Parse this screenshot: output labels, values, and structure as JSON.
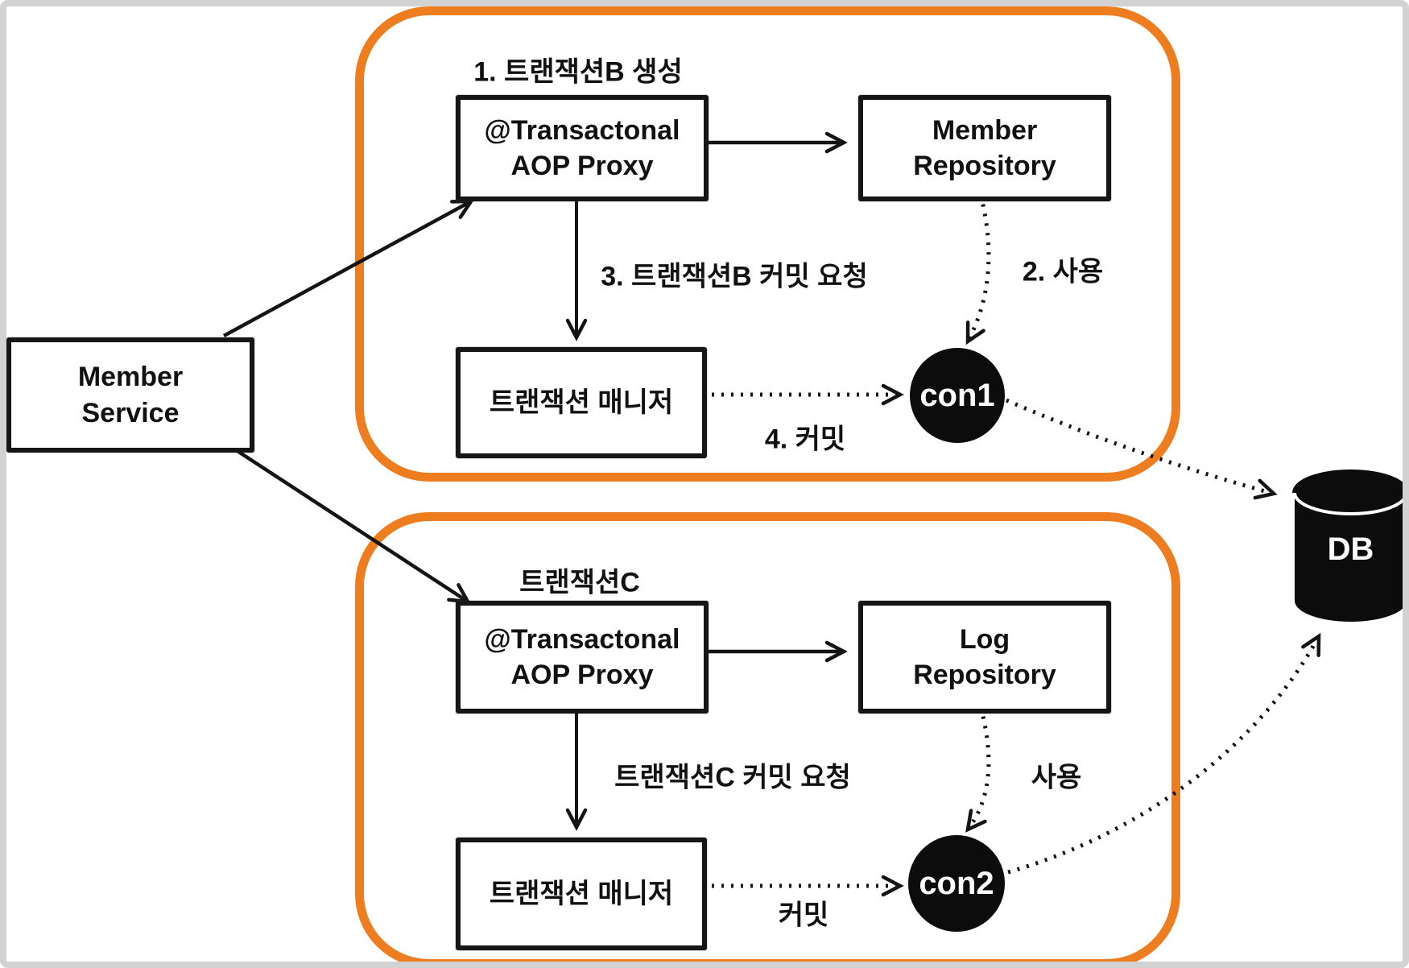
{
  "colors": {
    "boundary_orange": "#ED7D1E",
    "node_border_black": "#161616",
    "connection_black": "#0c0c0c",
    "frame_gray": "#d2d2d2"
  },
  "nodes": {
    "member_service": {
      "line1": "Member",
      "line2": "Service"
    },
    "aop_proxy_b": {
      "line1": "@Transactonal",
      "line2": "AOP Proxy"
    },
    "member_repository": {
      "line1": "Member",
      "line2": "Repository"
    },
    "tx_manager_b": {
      "label": "트랜잭션 매니저"
    },
    "con1": {
      "label": "con1"
    },
    "aop_proxy_c": {
      "line1": "@Transactonal",
      "line2": "AOP Proxy"
    },
    "log_repository": {
      "line1": "Log",
      "line2": "Repository"
    },
    "tx_manager_c": {
      "label": "트랜잭션 매니저"
    },
    "con2": {
      "label": "con2"
    },
    "db": {
      "label": "DB"
    }
  },
  "annotations": {
    "tx_b_create": "1. 트랜잭션B 생성",
    "use_2": "2. 사용",
    "tx_b_commit_request": "3. 트랜잭션B 커밋 요청",
    "commit_4": "4. 커밋",
    "tx_c": "트랜잭션C",
    "use": "사용",
    "tx_c_commit_request": "트랜잭션C 커밋 요청",
    "commit": "커밋"
  }
}
